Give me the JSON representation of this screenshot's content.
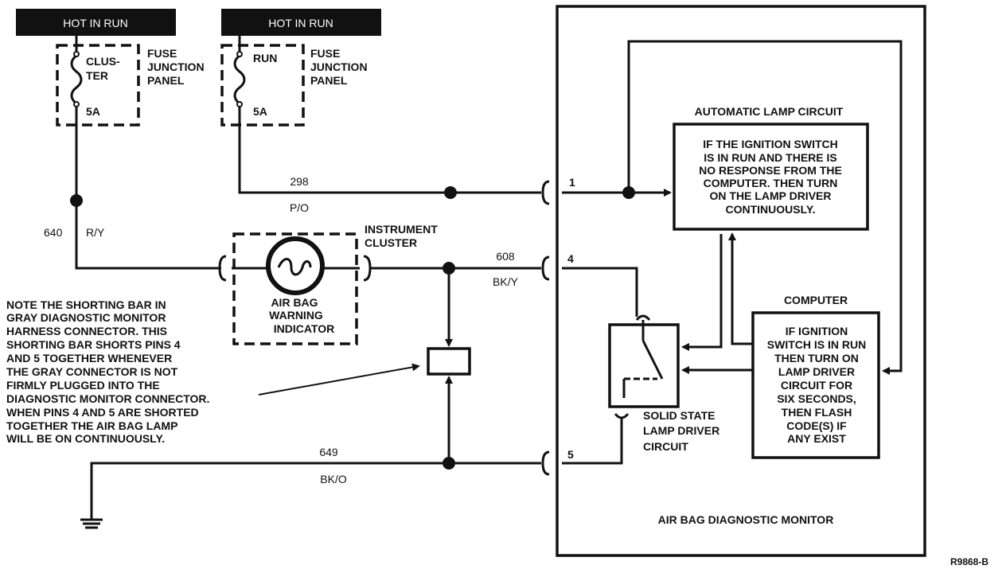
{
  "hot_labels": [
    "HOT IN RUN",
    "HOT IN RUN"
  ],
  "fuse1": {
    "name_line1": "CLUS-",
    "name_line2": "TER",
    "rating": "5A"
  },
  "fuse2": {
    "name": "RUN",
    "rating": "5A"
  },
  "fuse_panel": {
    "line1": "FUSE",
    "line2": "JUNCTION",
    "line3": "PANEL"
  },
  "wires": {
    "w298": {
      "circuit": "298",
      "color": "P/O"
    },
    "w640": {
      "circuit": "640",
      "color": "R/Y"
    },
    "w608": {
      "circuit": "608",
      "color": "BK/Y"
    },
    "w649": {
      "circuit": "649",
      "color": "BK/O"
    }
  },
  "pins": {
    "p1": "1",
    "p4": "4",
    "p5": "5"
  },
  "instrument_cluster": {
    "line1": "INSTRUMENT",
    "line2": "CLUSTER"
  },
  "indicator": {
    "line1": "AIR BAG",
    "line2": "WARNING",
    "line3": "INDICATOR"
  },
  "note": [
    "NOTE THE SHORTING BAR IN",
    "GRAY DIAGNOSTIC MONITOR",
    "HARNESS CONNECTOR. THIS",
    "SHORTING BAR SHORTS PINS 4",
    "AND 5 TOGETHER WHENEVER",
    "THE GRAY CONNECTOR IS NOT",
    "FIRMLY PLUGGED INTO THE",
    "DIAGNOSTIC MONITOR CONNECTOR.",
    "WHEN PINS 4 AND 5 ARE SHORTED",
    "TOGETHER THE AIR BAG LAMP",
    "WILL BE ON CONTINUOUSLY."
  ],
  "auto_lamp": {
    "title": "AUTOMATIC LAMP CIRCUIT",
    "text": [
      "IF THE IGNITION SWITCH",
      "IS IN RUN AND THERE IS",
      "NO RESPONSE FROM THE",
      "COMPUTER. THEN TURN",
      "ON THE LAMP DRIVER",
      "CONTINUOUSLY."
    ]
  },
  "computer": {
    "title": "COMPUTER",
    "text": [
      "IF IGNITION",
      "SWITCH IS IN RUN",
      "THEN TURN ON",
      "LAMP DRIVER",
      "CIRCUIT FOR",
      "SIX SECONDS,",
      "THEN FLASH",
      "CODE(S) IF",
      "ANY EXIST"
    ]
  },
  "lamp_driver": {
    "line1": "SOLID STATE",
    "line2": "LAMP DRIVER",
    "line3": "CIRCUIT"
  },
  "monitor_title": "AIR BAG DIAGNOSTIC MONITOR",
  "ref": "R9868-B"
}
